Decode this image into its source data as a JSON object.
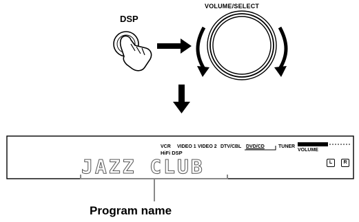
{
  "labels": {
    "dsp": "DSP",
    "volume_select": "VOLUME/SELECT",
    "program_name": "Program name"
  },
  "display": {
    "sources": [
      "VCR",
      "VIDEO 1",
      "VIDEO 2",
      "DTV/CBL",
      "DVD/CD",
      "TUNER"
    ],
    "selected_source": "DVD/CD",
    "hifi_dsp": "HiFi DSP",
    "volume": "VOLUME",
    "left_indicator": "L",
    "right_indicator": "R",
    "program_text": "JAZZ CLUB"
  }
}
